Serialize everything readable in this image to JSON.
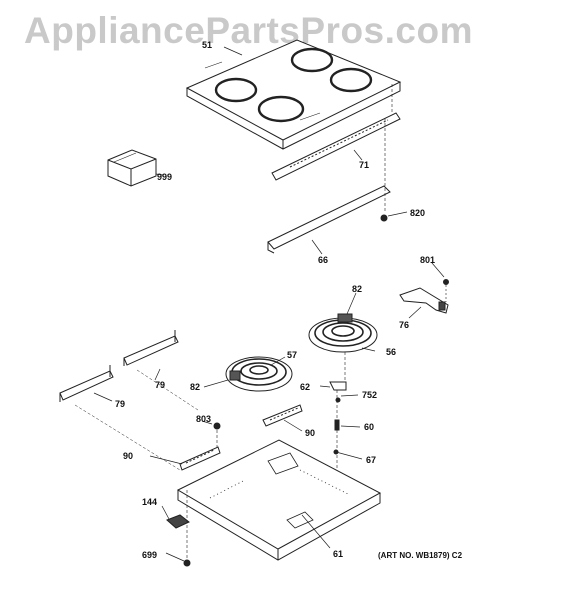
{
  "watermark": "AppliancePartsPros.com",
  "art_note": "(ART NO. WB1879) C2",
  "part_labels": {
    "cooktop_glass": "51",
    "packaging_box": "999",
    "front_trim": "71",
    "screw_top": "820",
    "rear_bracket": "66",
    "screw_right": "801",
    "terminal_block_bracket": "76",
    "burner_label_small": "82",
    "burner_right": "56",
    "burner_left": "57",
    "burner_label_left": "82",
    "sensor_bracket": "62",
    "sensor_screw": "752",
    "trim_upper_left": "79",
    "trim_lower_left": "79",
    "screw_middle": "803",
    "spacer_right": "90",
    "spacer_left": "90",
    "sensor_rod": "60",
    "sensor_probe": "67",
    "clip_bracket": "144",
    "burner_box": "61",
    "screw_bottom": "699"
  }
}
